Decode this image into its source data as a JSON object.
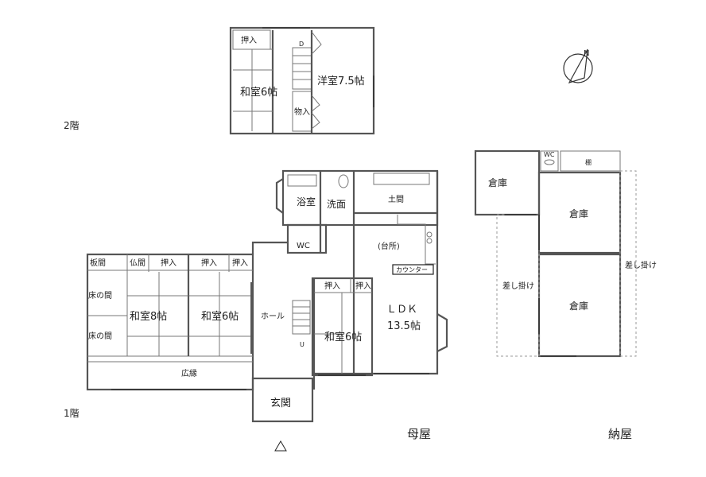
{
  "floors": {
    "second": "2階",
    "first": "1階"
  },
  "buildings": {
    "main": "母屋",
    "barn": "納屋"
  },
  "compass": {
    "label": "N",
    "icon": "north-arrow-icon"
  },
  "second_floor": {
    "closet": "押入",
    "japanese_room": "和室6帖",
    "stairs_mark": "D",
    "storage": "物入",
    "western_room": "洋室7.5帖"
  },
  "first_floor": {
    "board_room": "板間",
    "butsuma": "仏間",
    "closet_1": "押入",
    "closet_2": "押入",
    "closet_3": "押入",
    "tokonoma_1": "床の間",
    "tokonoma_2": "床の間",
    "japanese_room_8": "和室8帖",
    "japanese_room_6": "和室6帖",
    "hall": "ホール",
    "veranda": "広縁",
    "entrance": "玄関",
    "bath": "浴室",
    "washroom": "洗面",
    "earth_floor": "土間",
    "wc": "WC",
    "kitchen": "(台所)",
    "counter": "カウンター",
    "closet_4": "押入",
    "closet_5": "押入",
    "japanese_room_6b": "和室6帖",
    "ldk": "ＬＤＫ",
    "ldk_size": "13.5帖",
    "stairs_mark": "U"
  },
  "barn": {
    "storage_1": "倉庫",
    "storage_2": "倉庫",
    "storage_3": "倉庫",
    "wc": "WC",
    "shelf": "棚",
    "lean_to_1": "差し掛け",
    "lean_to_2": "差し掛け"
  }
}
